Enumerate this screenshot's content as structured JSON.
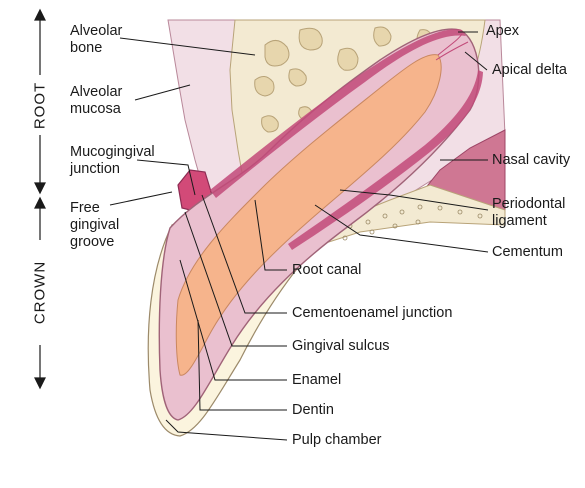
{
  "axis": {
    "root": "ROOT",
    "crown": "CROWN"
  },
  "labels": {
    "alveolar_bone": "Alveolar\nbone",
    "alveolar_mucosa": "Alveolar\nmucosa",
    "mucogingival_junction": "Mucogingival\njunction",
    "free_gingival_groove": "Free\ngingival\ngroove",
    "apex": "Apex",
    "apical_delta": "Apical delta",
    "nasal_cavity": "Nasal cavity",
    "periodontal_ligament": "Periodontal\nligament",
    "cementum": "Cementum",
    "root_canal": "Root canal",
    "cementoenamel_junction": "Cementoenamel junction",
    "gingival_sulcus": "Gingival sulcus",
    "enamel": "Enamel",
    "dentin": "Dentin",
    "pulp_chamber": "Pulp chamber"
  },
  "colors": {
    "bone": "#f3ead2",
    "bone_trabecula": "#e7d6ad",
    "soft_tissue": "#f2dfe6",
    "gingiva": "#e9a9bd",
    "pulp": "#f6b48c",
    "dentin": "#eac0cf",
    "enamel": "#fbf4de",
    "ligament": "#c24a79",
    "nasal_cavity": "#cf7793",
    "leader_line": "#1a1a1a"
  }
}
